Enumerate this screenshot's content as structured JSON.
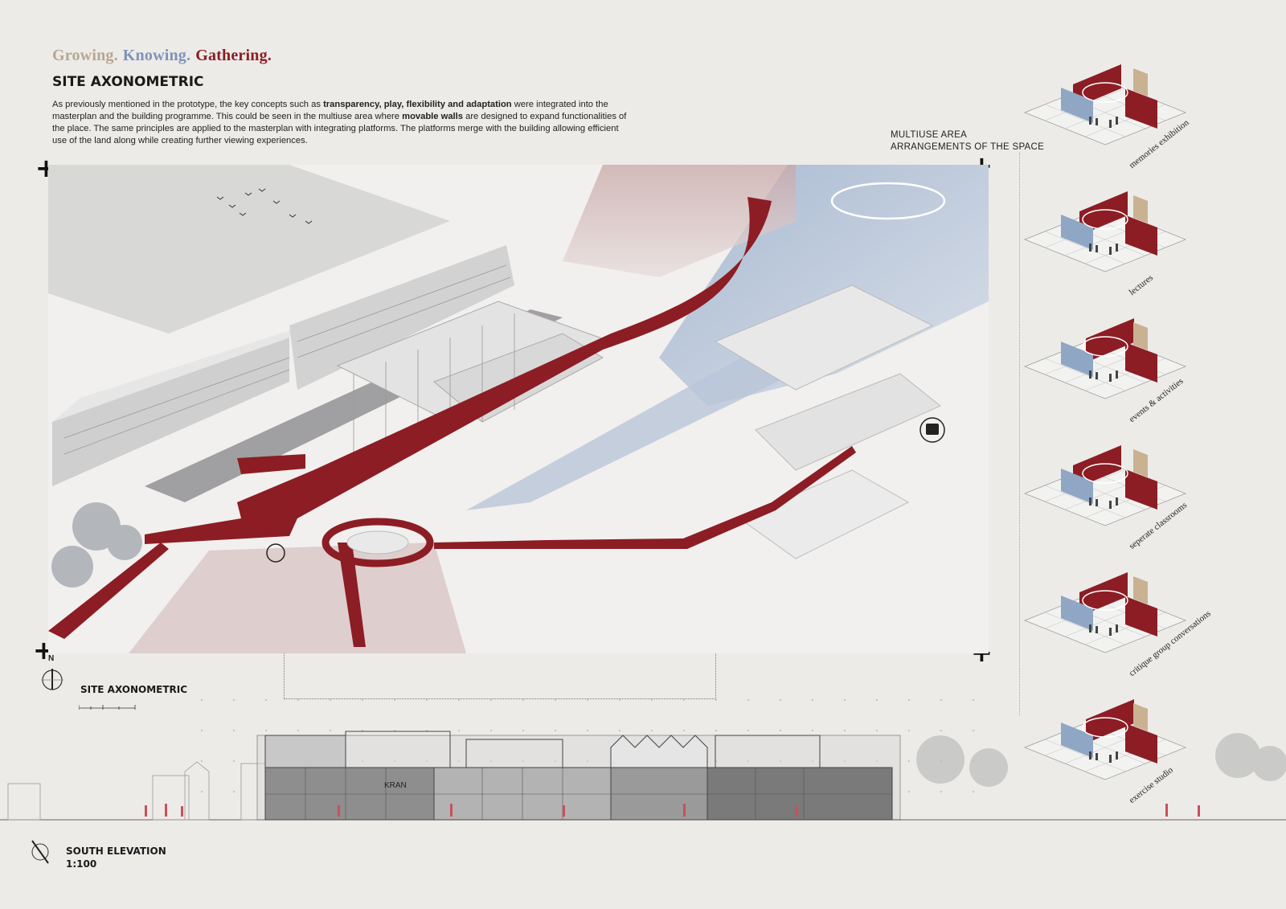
{
  "header": {
    "tagline": [
      {
        "text": "Growing.",
        "color": "#b8a690"
      },
      {
        "text": "Knowing.",
        "color": "#7f93b8"
      },
      {
        "text": "Gathering.",
        "color": "#8c1d24"
      }
    ],
    "title": "SITE AXONOMETRIC",
    "intro_parts": [
      {
        "t": "As previously mentioned in the prototype, the key concepts such as ",
        "b": false
      },
      {
        "t": "transparency, play, flexibility and adaptation",
        "b": true
      },
      {
        "t": " were integrated into the masterplan and the building programme. This could be seen in the multiuse area where ",
        "b": false
      },
      {
        "t": "movable walls",
        "b": true
      },
      {
        "t": " are designed to expand functionalities of the place. The same principles are applied to the masterplan with integrating platforms. The platforms merge with the building allowing efficient use of the land along while creating further viewing experiences.",
        "b": false
      }
    ]
  },
  "multiuse": {
    "line1": "MULTIUSE AREA",
    "line2": "ARRANGEMENTS  OF THE SPACE"
  },
  "axonometric": {
    "label": "SITE AXONOMETRIC",
    "north": "N"
  },
  "elevation": {
    "label": "SOUTH ELEVATION",
    "scale": "1:100",
    "sign": "KRAN"
  },
  "modules": [
    {
      "label": "memories exhibition"
    },
    {
      "label": "lectures"
    },
    {
      "label": "events & activities"
    },
    {
      "label": "seperate classrooms"
    },
    {
      "label": "critique group conversations"
    },
    {
      "label": "exercise studio"
    }
  ],
  "colors": {
    "accent_red": "#8c1d24",
    "accent_blue": "#8fa6c4",
    "accent_tan": "#c9b191",
    "paper": "#ecebe8"
  }
}
